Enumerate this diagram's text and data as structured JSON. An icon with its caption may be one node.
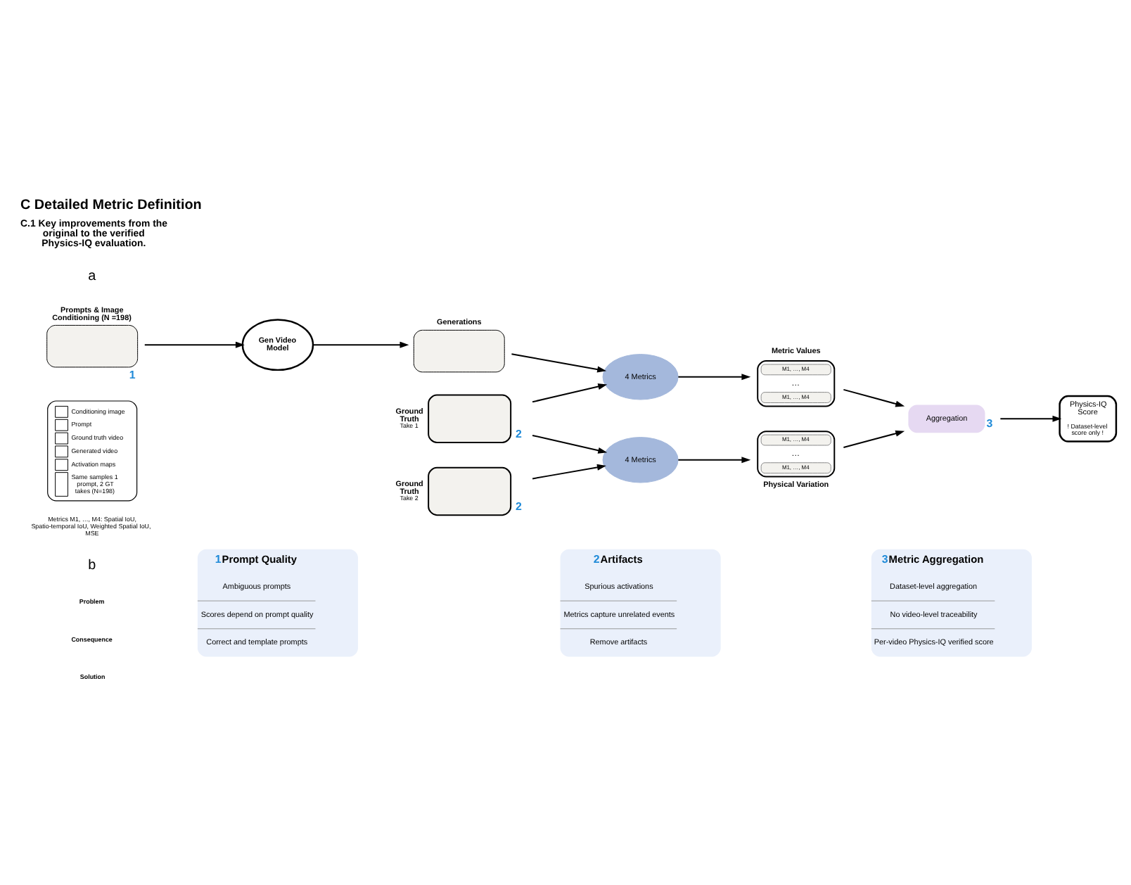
{
  "diagram": {
    "title": "C Detailed Metric Definition",
    "nodes": [
      {
        "text": [
          "Prompts & Image Conditioning (N =198)"
        ],
        "beside": [
          "1"
        ]
      },
      {
        "text": [
          "Gen Video Model"
        ]
      },
      {
        "text": [
          "Generations"
        ]
      },
      {
        "text": [
          "4 Metrics"
        ]
      },
      {
        "text": [
          "Metric Values",
          "M1, …, M4",
          "…",
          "M1, …, M4"
        ]
      },
      {
        "text": [
          "Ground Truth",
          "Take 1"
        ],
        "beside": [
          "2"
        ]
      },
      {
        "text": [
          "Ground Truth",
          "Take 2"
        ],
        "beside": [
          "2"
        ]
      },
      {
        "text": [
          "Aggregation"
        ],
        "beside": [
          "3"
        ]
      },
      {
        "text": [
          "Physics-IQ Score",
          "! Dataset-level score only !"
        ]
      },
      {
        "text": [
          "4 Metrics"
        ]
      },
      {
        "text": [
          "M1, …, M4",
          "…",
          "M1, …, M4",
          "Physical Variation"
        ]
      },
      {
        "text": [
          "1",
          "Prompt Quality",
          "Ambiguous prompts",
          "Scores depend on prompt quality",
          "Correct and template prompts"
        ]
      },
      {
        "text": [
          "2",
          "Artifacts",
          "Spurious activations",
          "Metrics capture unrelated events",
          "Remove artifacts"
        ]
      },
      {
        "text": [
          "3",
          "Metric Aggregation",
          "Dataset-level aggregation",
          "No video-level traceability",
          "Per-video Physics-IQ verified score"
        ]
      }
    ],
    "edges": [
      {
        "from": 0,
        "to": 1,
        "arrow": "to"
      },
      {
        "from": 1,
        "to": 2,
        "arrow": "to"
      },
      {
        "from": 2,
        "to": 3,
        "arrow": "to"
      },
      {
        "from": 3,
        "to": 4,
        "arrow": "to"
      },
      {
        "from": 4,
        "to": 7,
        "arrow": "to"
      },
      {
        "from": 5,
        "to": 3,
        "arrow": "to"
      },
      {
        "from": 5,
        "to": 9,
        "arrow": "to"
      },
      {
        "from": 6,
        "to": 9,
        "arrow": "to"
      },
      {
        "from": 9,
        "to": 10,
        "arrow": "to"
      },
      {
        "from": 10,
        "to": 7,
        "arrow": "to"
      },
      {
        "from": 7,
        "to": 8,
        "arrow": "to"
      }
    ],
    "labels": [
      "C.1 Key improvements from the original to the verified Physics-IQ evaluation.",
      "a",
      "Metrics M1, …, M4: Spatial IoU, Spatio-temporal IoU, Weighted Spatial IoU, MSE",
      "b",
      "Problem",
      "Consequence",
      "Solution"
    ],
    "legend": [
      {
        "text": "Conditioning image"
      },
      {
        "text": "Prompt"
      },
      {
        "text": "Ground truth video"
      },
      {
        "text": "Generated video"
      },
      {
        "text": "Activation maps"
      },
      {
        "text": "Same samples 1 prompt, 2 GT takes (N=198)"
      }
    ]
  }
}
